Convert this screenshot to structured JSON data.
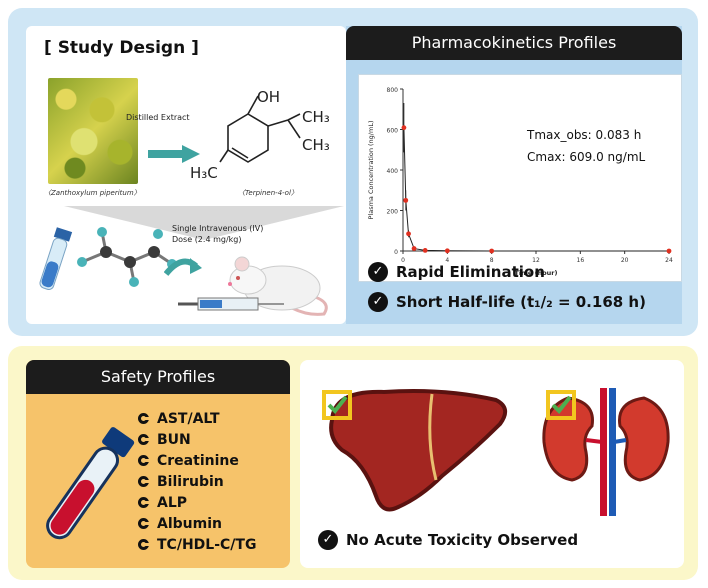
{
  "study": {
    "title": "[ Study Design ]",
    "plant_caption": "〈Zanthoxylum piperitum〉",
    "extract_label": "Distilled Extract",
    "compound_caption": "〈Terpinen-4-ol〉",
    "dose_line1": "Single Intravenous (IV)",
    "dose_line2": "Dose (2.4 mg/kg)",
    "chem": {
      "oh": "OH",
      "h3c": "H₃C",
      "ch3_a": "CH₃",
      "ch3_b": "CH₃"
    }
  },
  "pk": {
    "title": "Pharmacokinetics Profiles",
    "tmax_text": "Tmax_obs: 0.083 h",
    "cmax_text": "Cmax: 609.0 ng/mL",
    "point1": "Rapid Elimination",
    "point2": "Short Half-life (t₁/₂ = 0.168 h)"
  },
  "safety": {
    "title": "Safety Profiles",
    "items": [
      "AST/ALT",
      "BUN",
      "Creatinine",
      "Bilirubin",
      "ALP",
      "Albumin",
      "TC/HDL-C/TG"
    ]
  },
  "organs": {
    "conclusion": "No Acute Toxicity Observed"
  },
  "colors": {
    "top_panel": "#cfe6f5",
    "bottom_panel": "#fbf7c9",
    "header": "#1c1c1c",
    "accent_orange": "#f6c36a",
    "data_red": "#e03020",
    "checkbox_yellow": "#f2c61f"
  },
  "chart_data": {
    "type": "line",
    "title": "",
    "xlabel": "Time (hour)",
    "ylabel": "Plasma Concentration (ng/mL)",
    "xlim": [
      0,
      24
    ],
    "ylim": [
      0,
      800
    ],
    "xticks": [
      "0",
      "4",
      "8",
      "12",
      "16",
      "20",
      "24"
    ],
    "yticks": [
      "0",
      "200",
      "400",
      "600",
      "800"
    ],
    "series": [
      {
        "x": [
          0.083,
          0.25,
          0.5,
          1,
          2,
          4,
          8,
          24
        ],
        "y": [
          609,
          250,
          85,
          12,
          3,
          1,
          0,
          0
        ]
      }
    ]
  }
}
